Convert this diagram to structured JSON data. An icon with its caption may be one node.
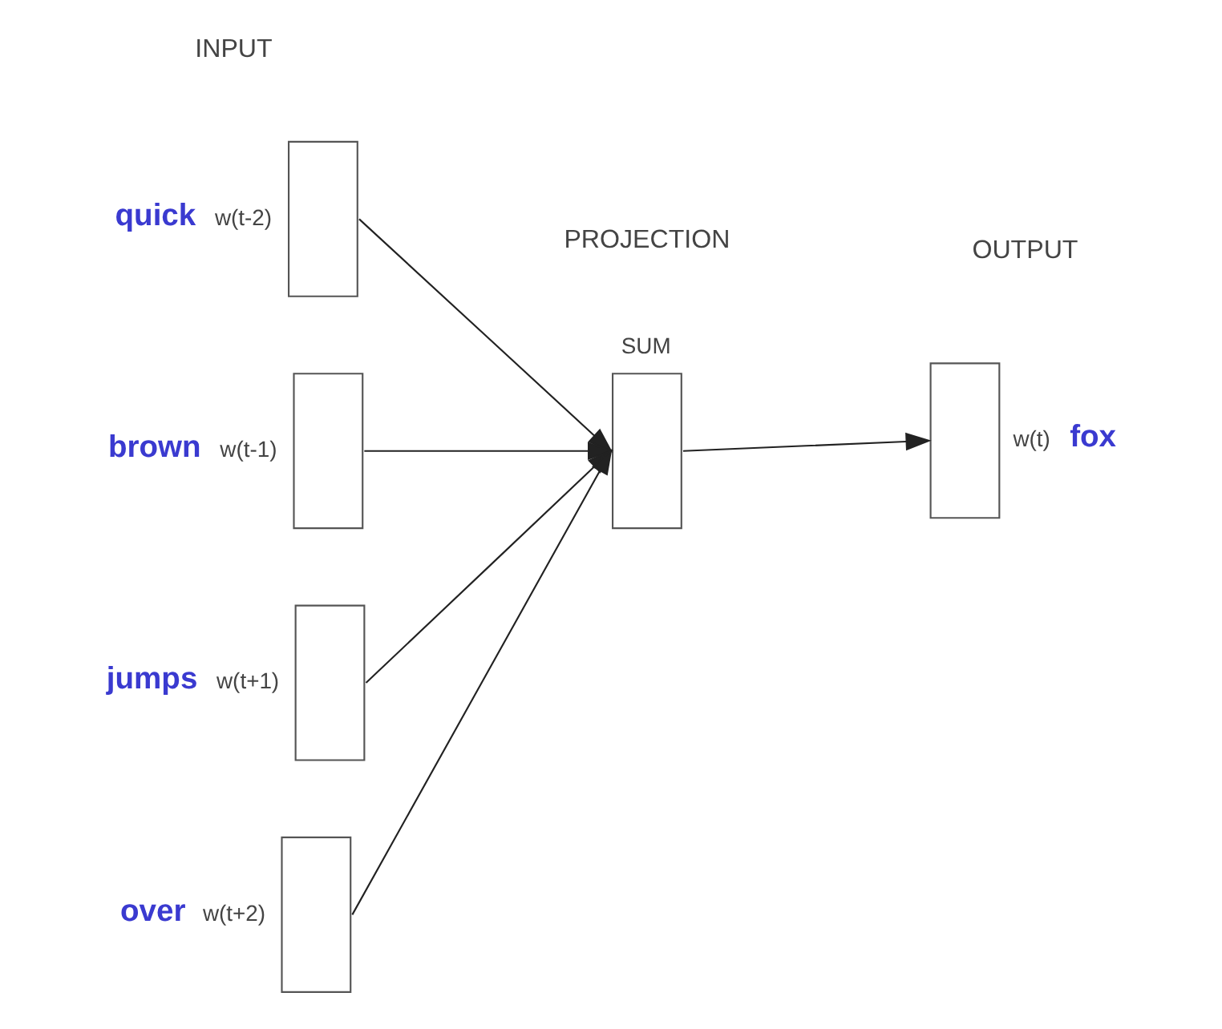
{
  "diagram": {
    "nodes": [
      {
        "text": [],
        "shape": "box",
        "beside": [
          "quick",
          "w(t-2)"
        ]
      },
      {
        "text": [],
        "shape": "box",
        "beside": [
          "brown",
          "w(t-1)"
        ]
      },
      {
        "text": [],
        "shape": "box",
        "beside": [
          "jumps",
          "w(t+1)"
        ]
      },
      {
        "text": [],
        "shape": "box",
        "beside": [
          "over",
          "w(t+2)"
        ]
      },
      {
        "text": [],
        "shape": "box",
        "beside": [
          "SUM"
        ]
      },
      {
        "text": [],
        "shape": "box",
        "beside": [
          "w(t)",
          "fox"
        ]
      }
    ],
    "edges": [
      {
        "from": 0,
        "to": 4,
        "arrow": "to"
      },
      {
        "from": 1,
        "to": 4,
        "arrow": "to"
      },
      {
        "from": 2,
        "to": 4,
        "arrow": "to"
      },
      {
        "from": 3,
        "to": 4,
        "arrow": "to"
      },
      {
        "from": 4,
        "to": 5,
        "arrow": "to"
      }
    ],
    "labels": [
      "INPUT",
      "PROJECTION",
      "OUTPUT"
    ]
  }
}
